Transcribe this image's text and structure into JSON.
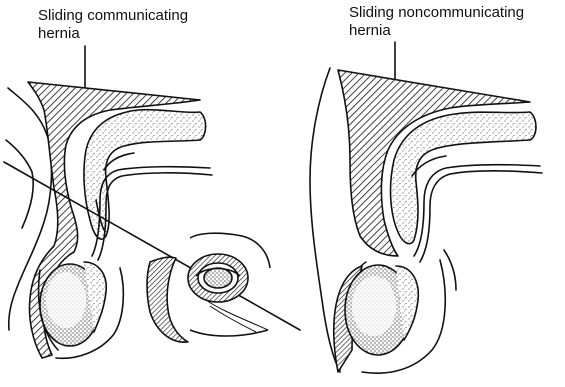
{
  "labels": {
    "left_line1": "Sliding communicating",
    "left_line2": "hernia",
    "right_line1": "Sliding noncommunicating",
    "right_line2": "hernia"
  },
  "colors": {
    "ink": "#111111",
    "paper": "#ffffff"
  }
}
